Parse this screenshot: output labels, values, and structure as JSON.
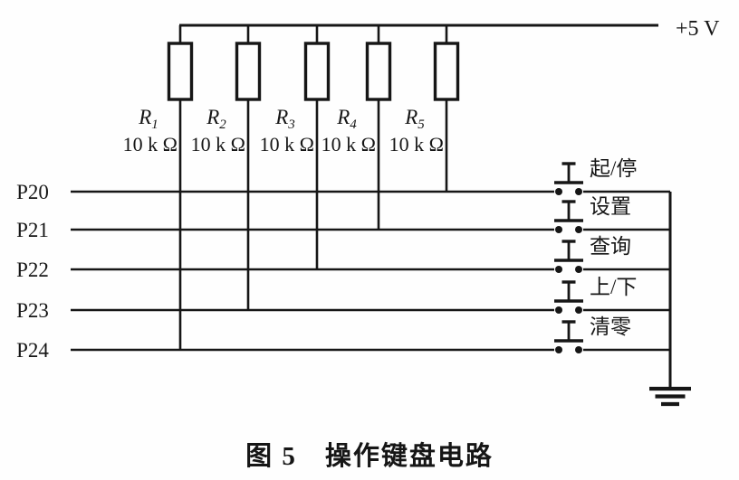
{
  "figure": {
    "caption": "图 5　操作键盘电路",
    "power_label": "+5 V"
  },
  "colors": {
    "line": "#161616",
    "paper": "#fefefe"
  },
  "ports": [
    {
      "name": "P20"
    },
    {
      "name": "P21"
    },
    {
      "name": "P22"
    },
    {
      "name": "P23"
    },
    {
      "name": "P24"
    }
  ],
  "resistors": [
    {
      "name": "R",
      "sub": "1",
      "value": "10 k Ω",
      "connects_to": "P24"
    },
    {
      "name": "R",
      "sub": "2",
      "value": "10 k Ω",
      "connects_to": "P23"
    },
    {
      "name": "R",
      "sub": "3",
      "value": "10 k Ω",
      "connects_to": "P22"
    },
    {
      "name": "R",
      "sub": "4",
      "value": "10 k Ω",
      "connects_to": "P21"
    },
    {
      "name": "R",
      "sub": "5",
      "value": "10 k Ω",
      "connects_to": "P20"
    }
  ],
  "switches": [
    {
      "label": "起/停",
      "port": "P20"
    },
    {
      "label": "设置",
      "port": "P21"
    },
    {
      "label": "查询",
      "port": "P22"
    },
    {
      "label": "上/下",
      "port": "P23"
    },
    {
      "label": "清零",
      "port": "P24"
    }
  ],
  "symbols": {
    "ground": "earth-ground-icon",
    "switch_type": "momentary-pushbutton"
  }
}
